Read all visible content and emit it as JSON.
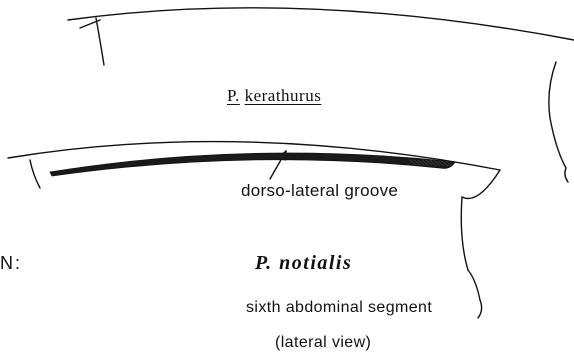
{
  "figure": {
    "species_top": {
      "genus_abbrev": "P.",
      "epithet": "kerathurus"
    },
    "groove_label": "dorso-lateral groove",
    "left_cut_text": "N:",
    "species_bottom": "P. notialis",
    "caption_line1": "sixth abdominal segment",
    "caption_line2": "(lateral view)"
  },
  "colors": {
    "ink": "#111111",
    "background": "#ffffff"
  }
}
